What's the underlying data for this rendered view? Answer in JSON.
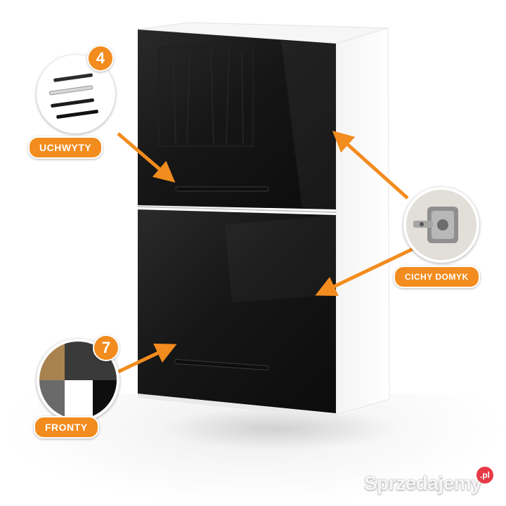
{
  "colors": {
    "accent": "#f28c1e",
    "cabinet_body": "#ffffff",
    "front_gloss": "#141414",
    "handle": "#111111"
  },
  "callouts": {
    "handles": {
      "count": "4",
      "label": "UCHWYTY"
    },
    "hinge": {
      "label": "CICHY DOMYK"
    },
    "fronts": {
      "count": "7",
      "label": "FRONTY"
    }
  },
  "watermark": {
    "text": "Sprzedajemy",
    "suffix": ".pl"
  }
}
